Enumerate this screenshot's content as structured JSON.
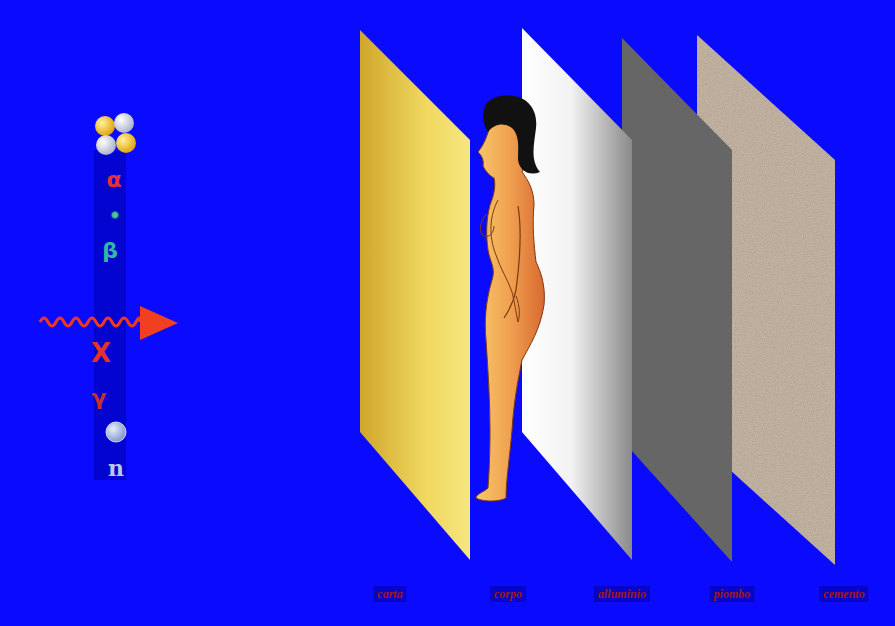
{
  "diagram": {
    "labels": [
      "α",
      "β",
      "X",
      "γ",
      "n",
      "carta",
      "corpo",
      "alluminio",
      "piombo",
      "cemento"
    ]
  }
}
